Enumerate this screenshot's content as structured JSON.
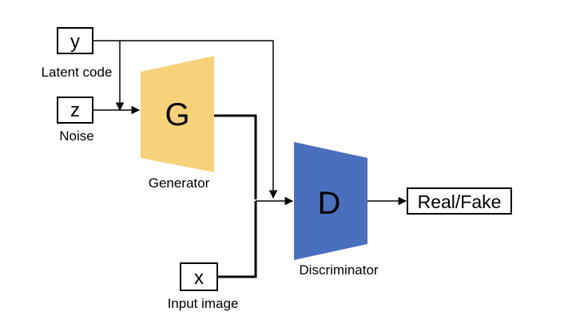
{
  "inputs": {
    "y": {
      "symbol": "y",
      "caption": "Latent code"
    },
    "z": {
      "symbol": "z",
      "caption": "Noise"
    },
    "x": {
      "symbol": "x",
      "caption": "Input image"
    }
  },
  "generator": {
    "letter": "G",
    "caption": "Generator",
    "color": "#F8D27A"
  },
  "discriminator": {
    "letter": "D",
    "caption": "Discriminator",
    "color": "#4A6FBD"
  },
  "output": {
    "label": "Real/Fake"
  },
  "colors": {
    "line": "#000000",
    "background": "#ffffff"
  }
}
